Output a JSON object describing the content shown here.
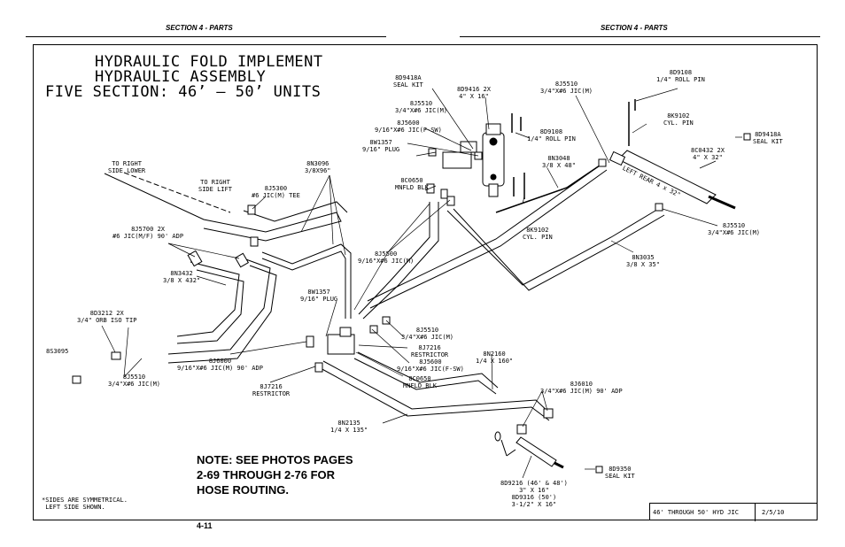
{
  "header": {
    "left": "SECTION 4 - PARTS",
    "right": "SECTION 4 - PARTS"
  },
  "title": {
    "line1": "HYDRAULIC FOLD IMPLEMENT",
    "line2": "HYDRAULIC ASSEMBLY",
    "line3": "FIVE SECTION: 46’ – 50’ UNITS"
  },
  "labels": {
    "seal_kit_top": "8D9418A\nSEAL KIT",
    "cyl_top": "8D9416 2X\n4\" X 16\"",
    "j5510_top": "8J5510\n3/4\"X#6 JIC(M)",
    "roll_pin_right": "8D9108\n1/4\" ROLL PIN",
    "j5510_a": "8J5510\n3/4\"X#6 JIC(M)",
    "j5600_a": "8J5600\n9/16\"X#6 JIC(F-SW)",
    "w1357_a": "8W1357\n9/16\" PLUG",
    "roll_pin_mid": "8D9108\n1/4\" ROLL PIN",
    "cyl_pin_right": "8K9102\nCYL. PIN",
    "seal_kit_right": "8D9418A\nSEAL KIT",
    "cyl_right": "8C0432 2X\n4\" X 32\"",
    "n3048": "8N3048\n3/8 X 48\"",
    "c0650_a": "8C0650\nMNFLD BLK",
    "n3096": "8N3096\n3/8X96\"",
    "to_right_lower": "TO RIGHT\nSIDE LOWER",
    "to_right_lift": "TO RIGHT\nSIDE LIFT",
    "j5300": "8J5300\n#6 JIC(M) TEE",
    "cyl_pin_mid": "8K9102\nCYL. PIN",
    "j5510_right": "8J5510\n3/4\"X#6 JIC(M)",
    "j5700": "8J5700 2X\n#6 JIC(M/F) 90' ADP",
    "n3035": "8N3035\n3/8 X 35\"",
    "n3432": "8N3432\n3/8 X 432\"",
    "j5500": "8J5500\n9/16\"X#6 JIC(M)",
    "w1357_b": "8W1357\n9/16\" PLUG",
    "d3212": "8D3212 2X\n3/4\" ORB ISO TIP",
    "j5510_mid": "8J5510\n3/4\"X#6 JIC(M)",
    "j7216_a": "8J7216\nRESTRICTOR",
    "n2160": "8N2160\n1/4 X 160\"",
    "s3095": "8S3095",
    "j5510_left": "8J5510\n3/4\"X#6 JIC(M)",
    "j6000": "8J6000\n9/16\"X#6 JIC(M) 90' ADP",
    "j5600_b": "8J5600\n9/16\"X#6 JIC(F-SW)",
    "c0650_b": "8C0650\nMNFLD BLK",
    "j6010": "8J6010\n3/4\"X#6 JIC(M) 90' ADP",
    "j7216_b": "8J7216\nRESTRICTOR",
    "n2135": "8N2135\n1/4 X 135\"",
    "seal_kit_bottom": "8D9350\nSEAL KIT",
    "cyl_bottom": "8D9216 (46' & 48')\n3\" X 16\"\n8D9316 (50')\n3-1/2\" X 16\"",
    "left_rear": "LEFT REAR 4 x 32\""
  },
  "note": {
    "line1": "NOTE: SEE PHOTOS PAGES",
    "line2": "2-69 THROUGH 2-76 FOR",
    "line3": "HOSE ROUTING."
  },
  "footnote": "*SIDES ARE SYMMETRICAL.\n LEFT SIDE SHOWN.",
  "title_block": {
    "desc": "46' THROUGH 50' HYD JIC",
    "date": "2/5/10"
  },
  "page_number": "4-11"
}
